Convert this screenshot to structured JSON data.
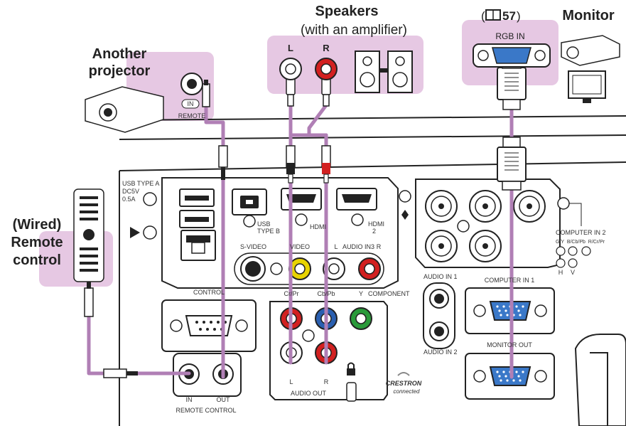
{
  "labels": {
    "speakers_title": "Speakers",
    "speakers_subtitle": "(with an amplifier)",
    "speaker_left": "L",
    "speaker_right": "R",
    "monitor_title": "Monitor",
    "monitor_ref": "57",
    "monitor_port": "RGB IN",
    "another_projector_line1": "Another",
    "another_projector_line2": "projector",
    "remote_in": "IN",
    "remote_label": "REMOTE",
    "wired_line1": "(Wired)",
    "wired_line2": "Remote",
    "wired_line3": "control"
  },
  "panel": {
    "usb_type_a_line1": "USB TYPE A",
    "usb_type_a_line2": "DC5V",
    "usb_type_a_line3": "0.5A",
    "usb_type_b_line1": "USB",
    "usb_type_b_line2": "TYPE B",
    "hdmi1": "HDMI",
    "hdmi2_line1": "HDMI",
    "hdmi2_line2": "2",
    "s_video": "S-VIDEO",
    "video": "VIDEO",
    "audio_in3": "AUDIO IN3",
    "audio_l": "L",
    "audio_r": "R",
    "control": "CONTROL",
    "cr_pr": "Cr/Pr",
    "cb_pb": "Cb/Pb",
    "y": "Y",
    "component": "COMPONENT",
    "audio_in1": "AUDIO IN 1",
    "audio_in2": "AUDIO IN 2",
    "computer_in1": "COMPUTER IN 1",
    "monitor_out": "MONITOR OUT",
    "computer_in2": "COMPUTER IN 2",
    "computer_in2_cols": "G/Y  B/Cb/Pb  R/Cr/Pr",
    "h": "H",
    "v": "V",
    "audio_out": "AUDIO OUT",
    "audio_out_l": "L",
    "audio_out_r": "R",
    "remote_control_in": "IN",
    "remote_control_out": "OUT",
    "remote_control": "REMOTE CONTROL",
    "crestron_line1": "CRESTRON",
    "crestron_line2": "connected"
  },
  "colors": {
    "cable": "#b07fb5",
    "highlight": "#e6c8e3",
    "yellow_jack": "#e8d300",
    "red_jack": "#d22020",
    "blue_jack": "#2a5fb0",
    "green_jack": "#2a9a3a",
    "vga_blue": "#3a78c8"
  }
}
